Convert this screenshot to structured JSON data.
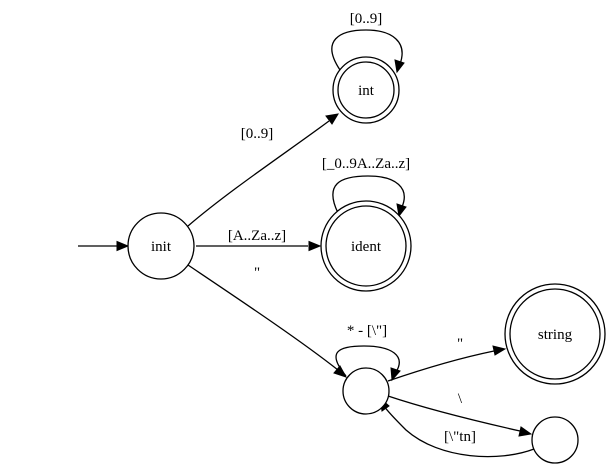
{
  "nodes": {
    "init": {
      "label": "init",
      "accepting": false
    },
    "int": {
      "label": "int",
      "accepting": true
    },
    "ident": {
      "label": "ident",
      "accepting": true
    },
    "str": {
      "label": "",
      "accepting": false
    },
    "string": {
      "label": "string",
      "accepting": true
    },
    "esc": {
      "label": "",
      "accepting": false
    }
  },
  "edges": {
    "init_int": {
      "label": "[0..9]"
    },
    "int_loop": {
      "label": "[0..9]"
    },
    "init_ident": {
      "label": "[A..Za..z]"
    },
    "ident_loop": {
      "label": "[_0..9A..Za..z]"
    },
    "init_str": {
      "label": "\""
    },
    "str_loop": {
      "label": "* - [\\\"]"
    },
    "str_string": {
      "label": "\""
    },
    "str_esc": {
      "label": "\\"
    },
    "esc_str": {
      "label": "[\\\"tn]"
    }
  },
  "colors": {
    "stroke": "#000000",
    "fill": "#ffffff"
  }
}
